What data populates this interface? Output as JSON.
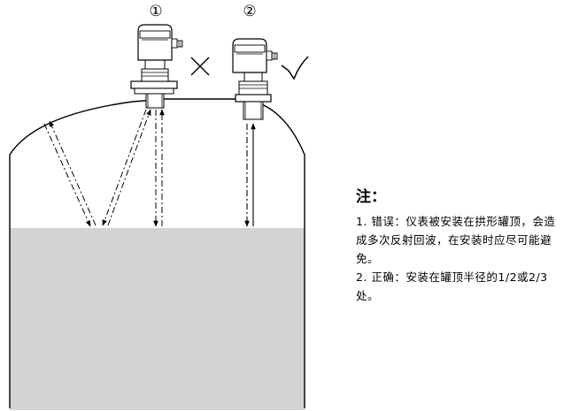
{
  "labels": {
    "sensor1": "①",
    "sensor2": "②",
    "wrong_mark": "×",
    "right_mark": "√"
  },
  "note": {
    "title": "注：",
    "item1": "1. 错误：仪表被安装在拱形罐顶，会造成多次反射回波，在安装时应尽可能避免。",
    "item2": "2. 正确：安装在罐顶半径的1/2或2/3处。"
  },
  "colors": {
    "liquid": "#d3d3d3",
    "line": "#000000"
  }
}
